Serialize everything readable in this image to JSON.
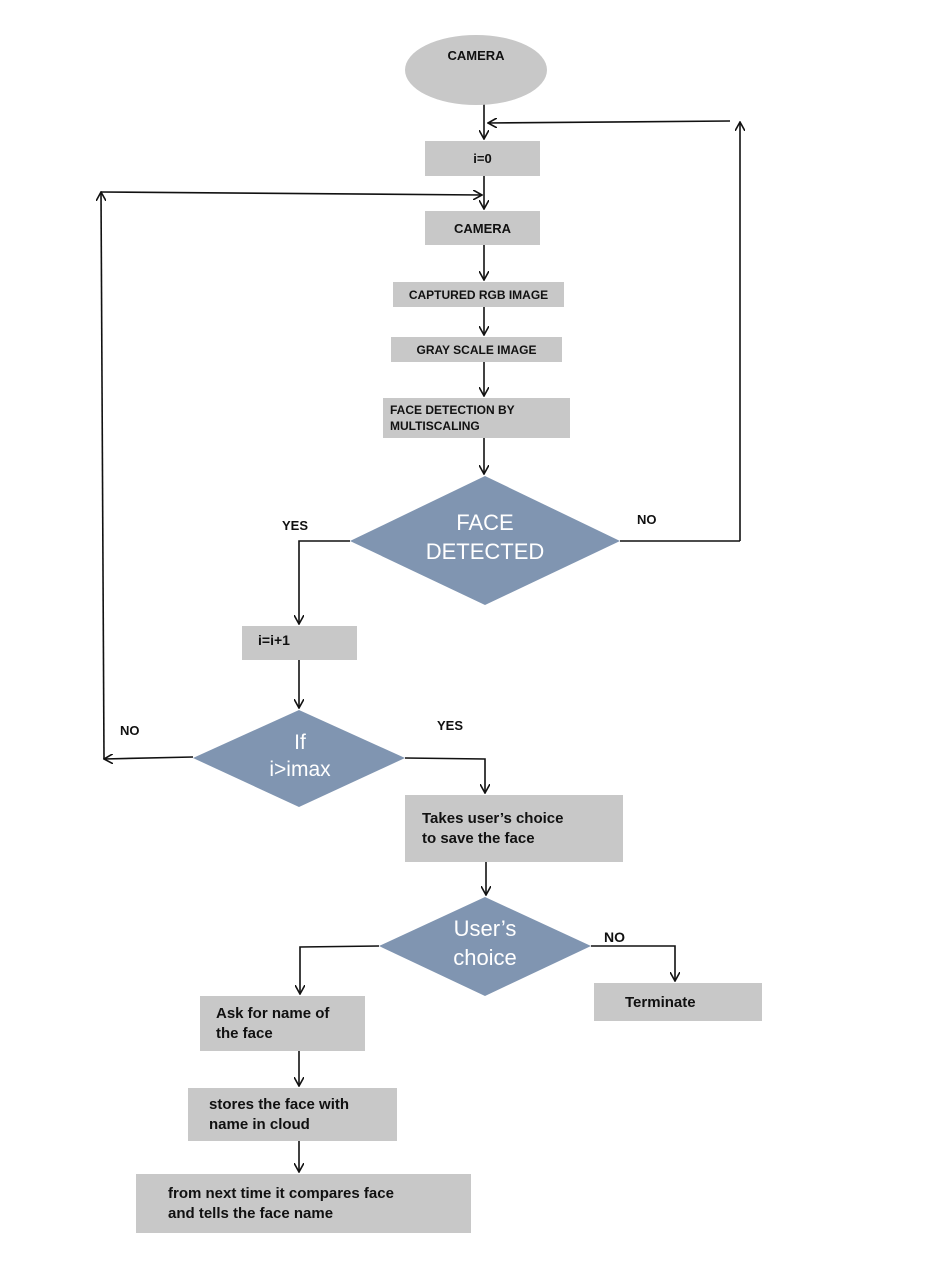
{
  "nodes": {
    "start": "CAMERA",
    "init": "i=0",
    "camera": "CAMERA",
    "captured": "CAPTURED RGB IMAGE",
    "gray": "GRAY SCALE IMAGE",
    "detect_line1": "FACE DETECTION BY",
    "detect_line2": "MULTISCALING",
    "face_detected": "FACE\nDETECTED",
    "increment": "i=i+1",
    "check_imax": "If\ni>imax",
    "takes_choice_line1": "Takes user’s choice",
    "takes_choice_line2": "to save the face",
    "users_choice": "User’s\nchoice",
    "terminate": "Terminate",
    "ask_name_line1": "Ask for name of",
    "ask_name_line2": "the face",
    "stores_line1": "stores the face with",
    "stores_line2": "name in cloud",
    "compare_line1": "from next time it compares face",
    "compare_line2": "and tells the face name"
  },
  "edge_labels": {
    "face_yes": "YES",
    "face_no": "NO",
    "imax_no": "NO",
    "imax_yes": "YES",
    "choice_no": "NO"
  },
  "colors": {
    "process_fill": "#c8c8c8",
    "decision_fill": "#8095b1",
    "decision_text": "#ffffff",
    "line": "#111111"
  }
}
